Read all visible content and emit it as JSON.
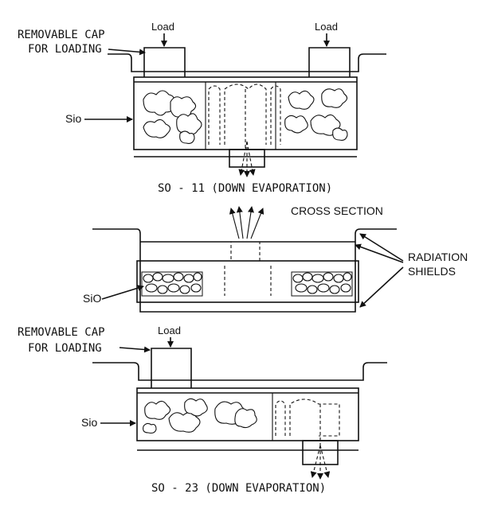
{
  "top_diagram": {
    "cap_label_line1": "REMOVABLE CAP",
    "cap_label_line2": "FOR LOADING",
    "load_left": "Load",
    "load_right": "Load",
    "material_label": "Sio",
    "caption": "SO - 11 (DOWN EVAPORATION)"
  },
  "middle_diagram": {
    "title": "CROSS SECTION",
    "shields_line1": "RADIATION",
    "shields_line2": "SHIELDS",
    "material_label": "SiO"
  },
  "bottom_diagram": {
    "cap_label_line1": "REMOVABLE CAP",
    "cap_label_line2": "FOR LOADING",
    "load": "Load",
    "material_label": "Sio",
    "caption": "SO - 23 (DOWN EVAPORATION)"
  }
}
